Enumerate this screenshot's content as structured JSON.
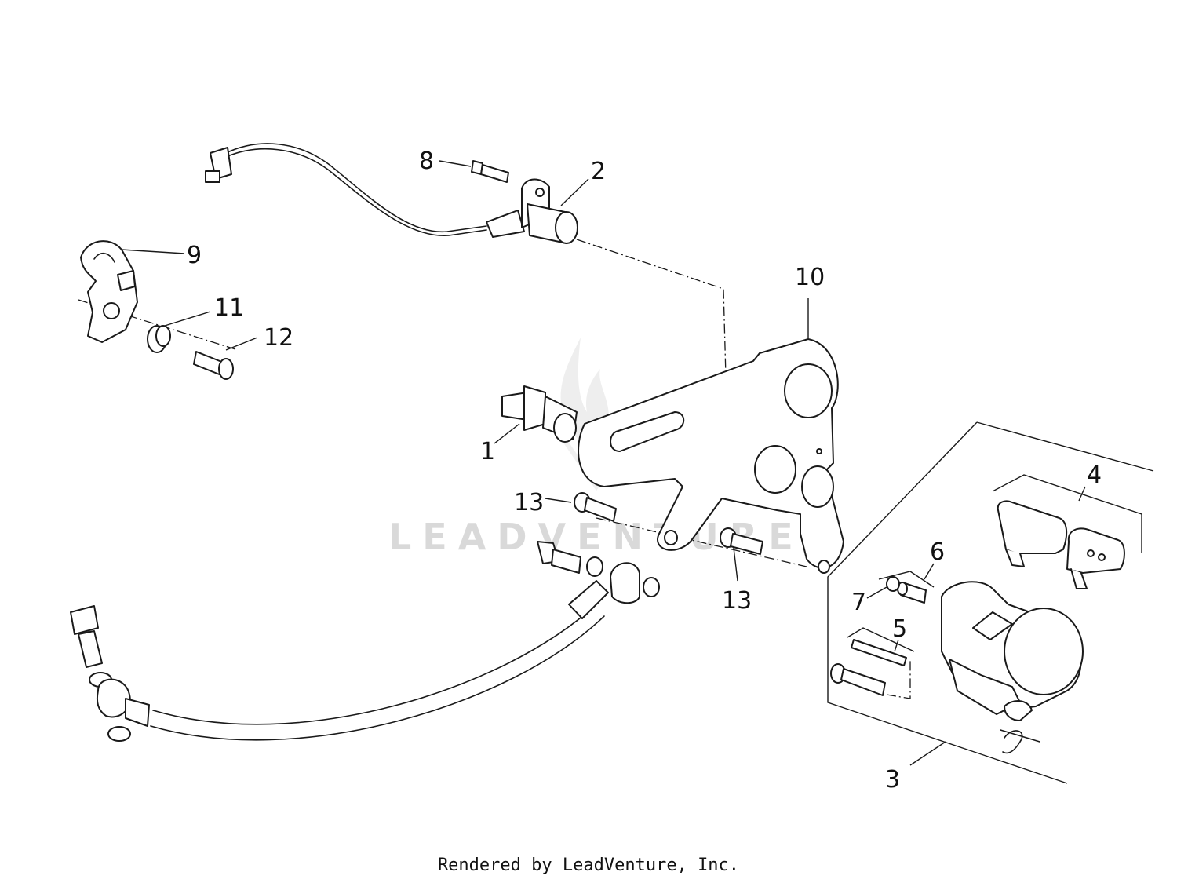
{
  "watermark": "LEADVENTURE",
  "footer": "Rendered by LeadVenture, Inc.",
  "callouts": {
    "c1": "1",
    "c2": "2",
    "c3": "3",
    "c4": "4",
    "c5": "5",
    "c6": "6",
    "c7": "7",
    "c8": "8",
    "c9": "9",
    "c10": "10",
    "c11": "11",
    "c12": "12",
    "c13a": "13",
    "c13b": "13"
  },
  "colors": {
    "line": "#1a1a1a",
    "pad_fill": "#d0d0d0",
    "watermark": "#d9d9d9"
  }
}
